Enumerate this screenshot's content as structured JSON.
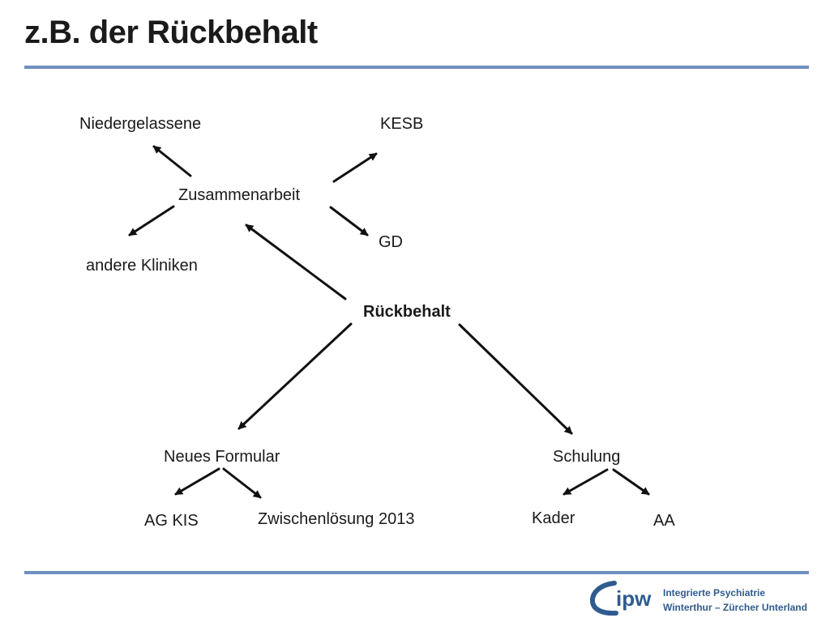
{
  "slide": {
    "title": "z.B. der Rückbehalt"
  },
  "diagram": {
    "nodes": {
      "niedergelassene": "Niedergelassene",
      "kesb": "KESB",
      "zusammenarbeit": "Zusammenarbeit",
      "gd": "GD",
      "andere_kliniken": "andere Kliniken",
      "rueckbehalt": "Rückbehalt",
      "neues_formular": "Neues Formular",
      "schulung": "Schulung",
      "ag_kis": "AG KIS",
      "zwischenloesung": "Zwischenlösung 2013",
      "kader": "Kader",
      "aa": "AA"
    },
    "edges": [
      {
        "from": "rueckbehalt",
        "to": "zusammenarbeit"
      },
      {
        "from": "rueckbehalt",
        "to": "neues_formular"
      },
      {
        "from": "rueckbehalt",
        "to": "schulung"
      },
      {
        "from": "zusammenarbeit",
        "to": "niedergelassene"
      },
      {
        "from": "zusammenarbeit",
        "to": "kesb"
      },
      {
        "from": "zusammenarbeit",
        "to": "andere_kliniken"
      },
      {
        "from": "zusammenarbeit",
        "to": "gd"
      },
      {
        "from": "neues_formular",
        "to": "ag_kis"
      },
      {
        "from": "neues_formular",
        "to": "zwischenloesung"
      },
      {
        "from": "schulung",
        "to": "kader"
      },
      {
        "from": "schulung",
        "to": "aa"
      }
    ]
  },
  "footer": {
    "logo_mark": "ipw",
    "logo_line1": "Integrierte Psychiatrie",
    "logo_line2": "Winterthur – Zürcher Unterland",
    "accent_color": "#6f8fbf",
    "brand_color": "#2f5b8f"
  }
}
